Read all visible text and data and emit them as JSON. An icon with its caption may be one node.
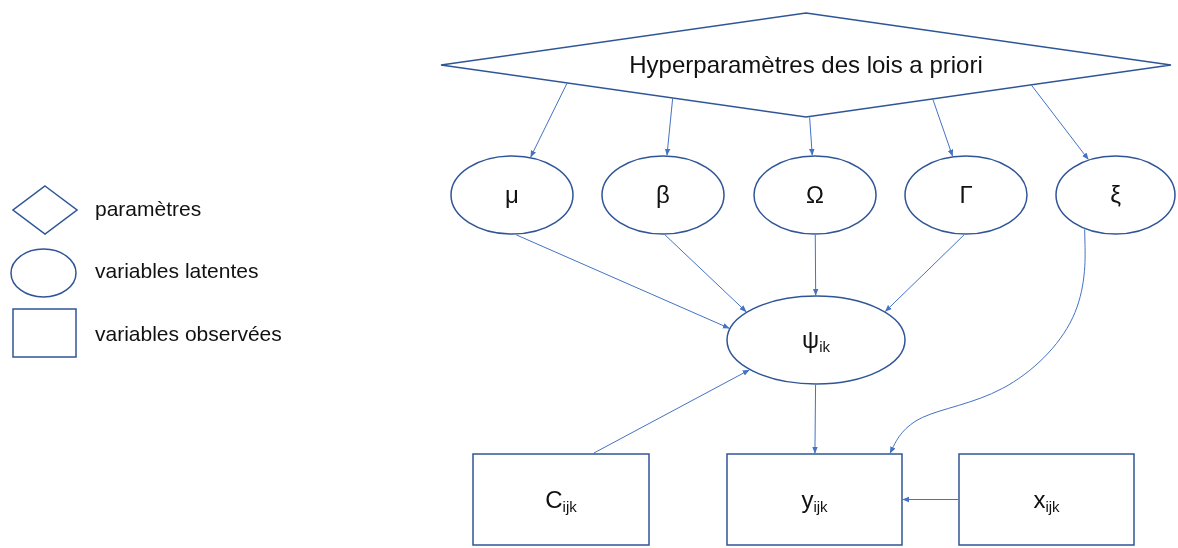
{
  "diagram": {
    "nodes": [
      {
        "text": [
          "Hyperparamètres des lois a priori"
        ]
      },
      {
        "text": [
          "μ"
        ]
      },
      {
        "text": [
          "β"
        ]
      },
      {
        "text": [
          "Ω"
        ]
      },
      {
        "text": [
          "Γ"
        ]
      },
      {
        "text": [
          "ξ"
        ]
      },
      {
        "text": [
          "ψ$_{ik}$"
        ]
      },
      {
        "text": [
          "C$_{ijk}$"
        ]
      },
      {
        "text": [
          "y$_{ijk}$"
        ]
      },
      {
        "text": [
          "x$_{ijk}$"
        ]
      }
    ],
    "edges": [
      {
        "from": 0,
        "to": 1,
        "arrow": "to"
      },
      {
        "from": 0,
        "to": 2,
        "arrow": "to"
      },
      {
        "from": 0,
        "to": 3,
        "arrow": "to"
      },
      {
        "from": 0,
        "to": 4,
        "arrow": "to"
      },
      {
        "from": 0,
        "to": 5,
        "arrow": "to"
      },
      {
        "from": 1,
        "to": 6,
        "arrow": "to"
      },
      {
        "from": 2,
        "to": 6,
        "arrow": "to"
      },
      {
        "from": 3,
        "to": 6,
        "arrow": "to"
      },
      {
        "from": 4,
        "to": 6,
        "arrow": "to"
      },
      {
        "from": 5,
        "to": 8,
        "arrow": "to"
      },
      {
        "from": 7,
        "to": 6,
        "arrow": "to"
      },
      {
        "from": 6,
        "to": 8,
        "arrow": "to"
      },
      {
        "from": 9,
        "to": 8,
        "arrow": "to"
      }
    ],
    "legend": [
      {
        "text": "paramètres"
      },
      {
        "text": "variables latentes"
      },
      {
        "text": "variables observées"
      }
    ]
  }
}
